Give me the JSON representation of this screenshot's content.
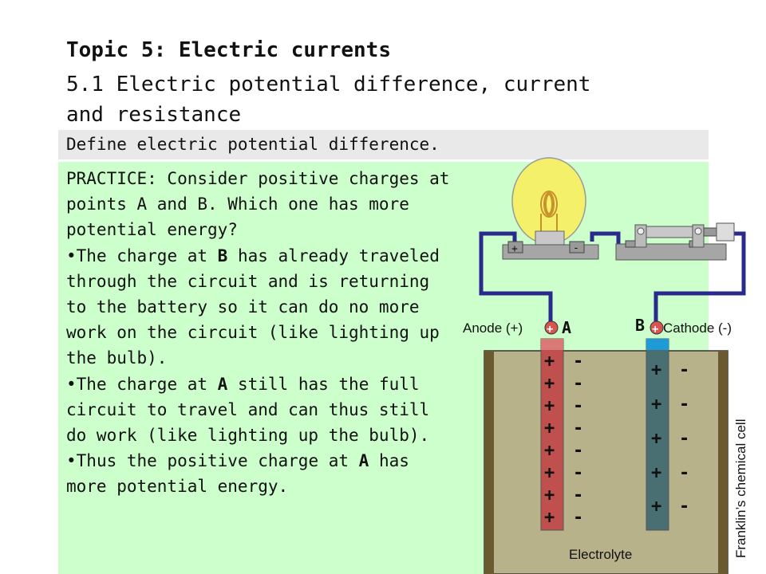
{
  "slide": {
    "title": "Topic 5: Electric currents",
    "subtitle": "5.1 Electric potential difference, current and resistance",
    "define": "Define electric potential difference."
  },
  "practice": {
    "intro": "PRACTICE: Consider positive charges at points A and B. Which one has more potential energy?",
    "bullet1_pre": "The charge at ",
    "bullet1_bold": "B",
    "bullet1_post": " has already traveled through the circuit and is returning to the battery so it can do no more work on the circuit (like lighting up the bulb).",
    "bullet2_pre": "The charge at ",
    "bullet2_bold": "A",
    "bullet2_post": " still has the full circuit to travel and can thus still do work (like lighting up the bulb).",
    "bullet3_pre": "Thus the positive charge at ",
    "bullet3_bold": "A",
    "bullet3_post": " has more potential energy.",
    "bullet_symbol": "•"
  },
  "diagram": {
    "anode_label": "Anode (+)",
    "cathode_label": "Cathode (-)",
    "point_a": "A",
    "point_b": "B",
    "electrolyte_label": "Electrolyte",
    "cell_label": "Franklin’s chemical cell",
    "plus_sign": "+",
    "minus_sign": "-",
    "colors": {
      "electrolyte": "#b8b28a",
      "anode": "#c0504d",
      "cathode": "#4a6f73",
      "wire": "#2a2a8c",
      "bulb": "#f5f06a"
    }
  }
}
